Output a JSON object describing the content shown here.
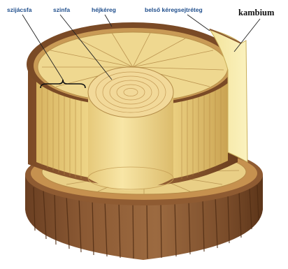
{
  "labels": {
    "sapwood": "szijácsfa",
    "heartwood": "szinfa",
    "bark": "héjkéreg",
    "inner_bark": "belső kéregsejtréteg",
    "cambium": "kambium"
  },
  "colors": {
    "label_blue": "#1f4e8c",
    "label_black": "#111111",
    "bark_brown": "#8a5a34",
    "sapwood_yellow": "#f0dc8c",
    "heartwood_yellow": "#f6e3a0",
    "cambium_sheet": "#f7eca8"
  },
  "icons": {
    "sapwood_bracket": "curly-brace"
  }
}
